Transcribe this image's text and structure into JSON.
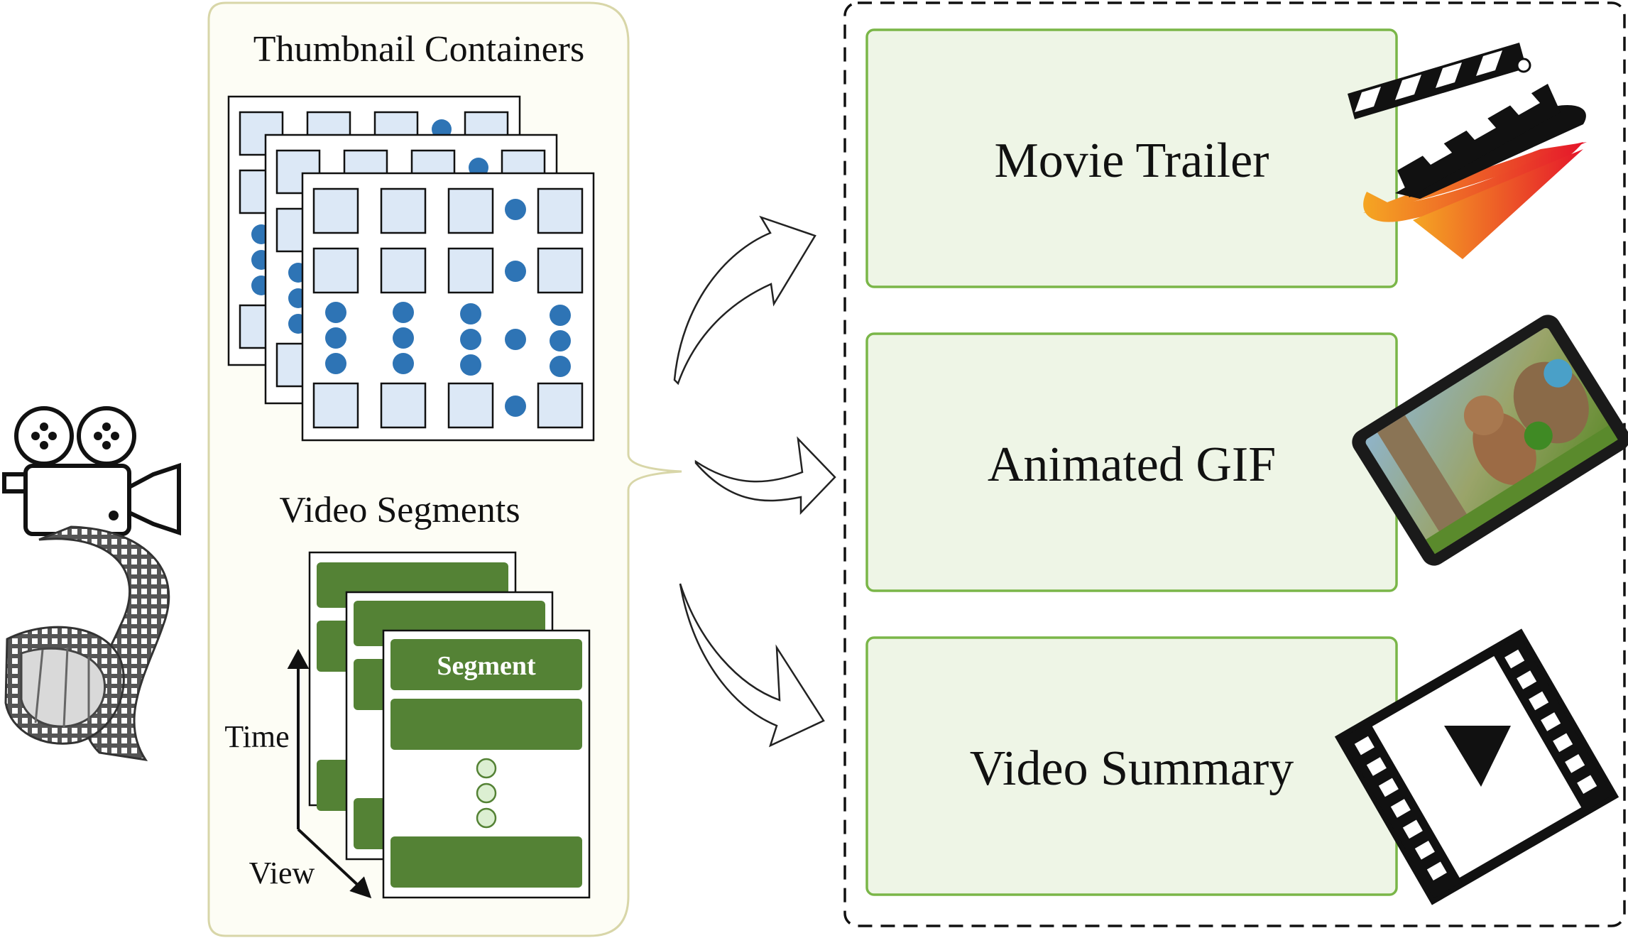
{
  "left_panel": {
    "thumbnail_title": "Thumbnail Containers",
    "segments_title": "Video Segments",
    "segment_label": "Segment",
    "time_axis": "Time",
    "view_axis": "View"
  },
  "outputs": [
    {
      "label": "Movie Trailer",
      "icon": "clapperboard-icon"
    },
    {
      "label": "Animated GIF",
      "icon": "gif-frame-icon"
    },
    {
      "label": "Video Summary",
      "icon": "film-play-icon"
    }
  ],
  "colors": {
    "panel_border": "#d8d6a8",
    "panel_fill": "#fdfdf5",
    "thumb_fill": "#dce8f6",
    "dot_blue": "#2e74b5",
    "segment_green": "#548235",
    "output_fill": "#eef5e6",
    "output_border": "#7ab648"
  }
}
